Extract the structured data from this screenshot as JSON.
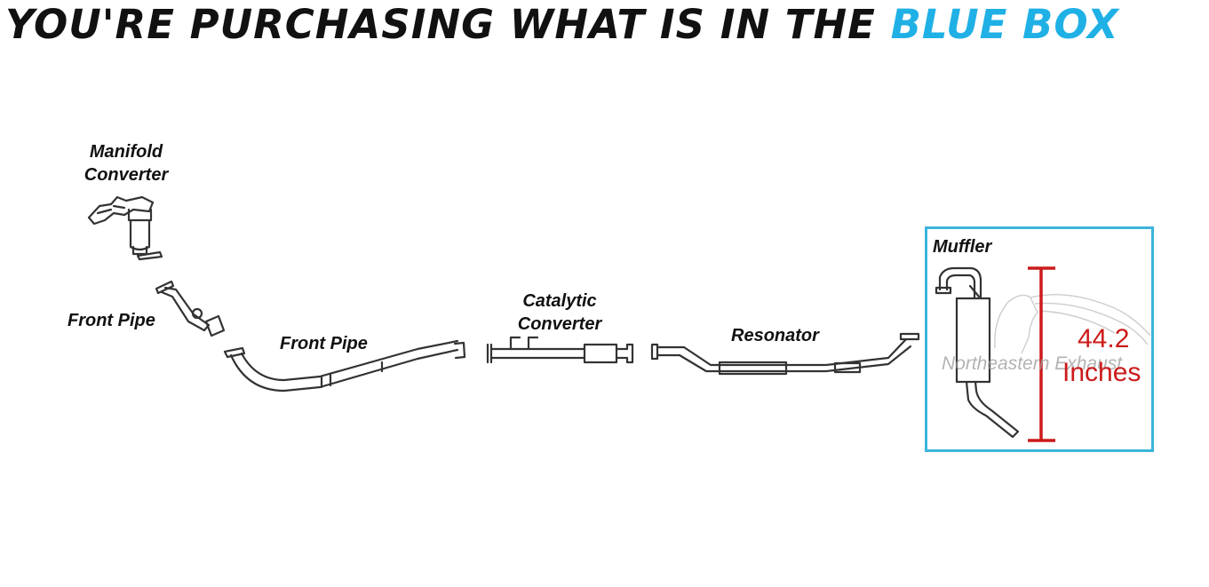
{
  "headline": {
    "prefix": "YOU'RE PURCHASING WHAT IS IN THE",
    "highlight": "BLUE BOX"
  },
  "parts": {
    "manifold_converter": {
      "line1": "Manifold",
      "line2": "Converter"
    },
    "front_pipe_1": "Front Pipe",
    "front_pipe_2": "Front Pipe",
    "catalytic_converter": {
      "line1": "Catalytic",
      "line2": "Converter"
    },
    "resonator": "Resonator",
    "muffler": "Muffler"
  },
  "measurement": {
    "value": "44.2",
    "unit": "Inches"
  },
  "watermark": "Northeastern Exhaust",
  "colors": {
    "accent": "#1fb0e6",
    "box_border": "#3bb4dc",
    "dimension": "#cc1a1a",
    "line": "#333333"
  }
}
